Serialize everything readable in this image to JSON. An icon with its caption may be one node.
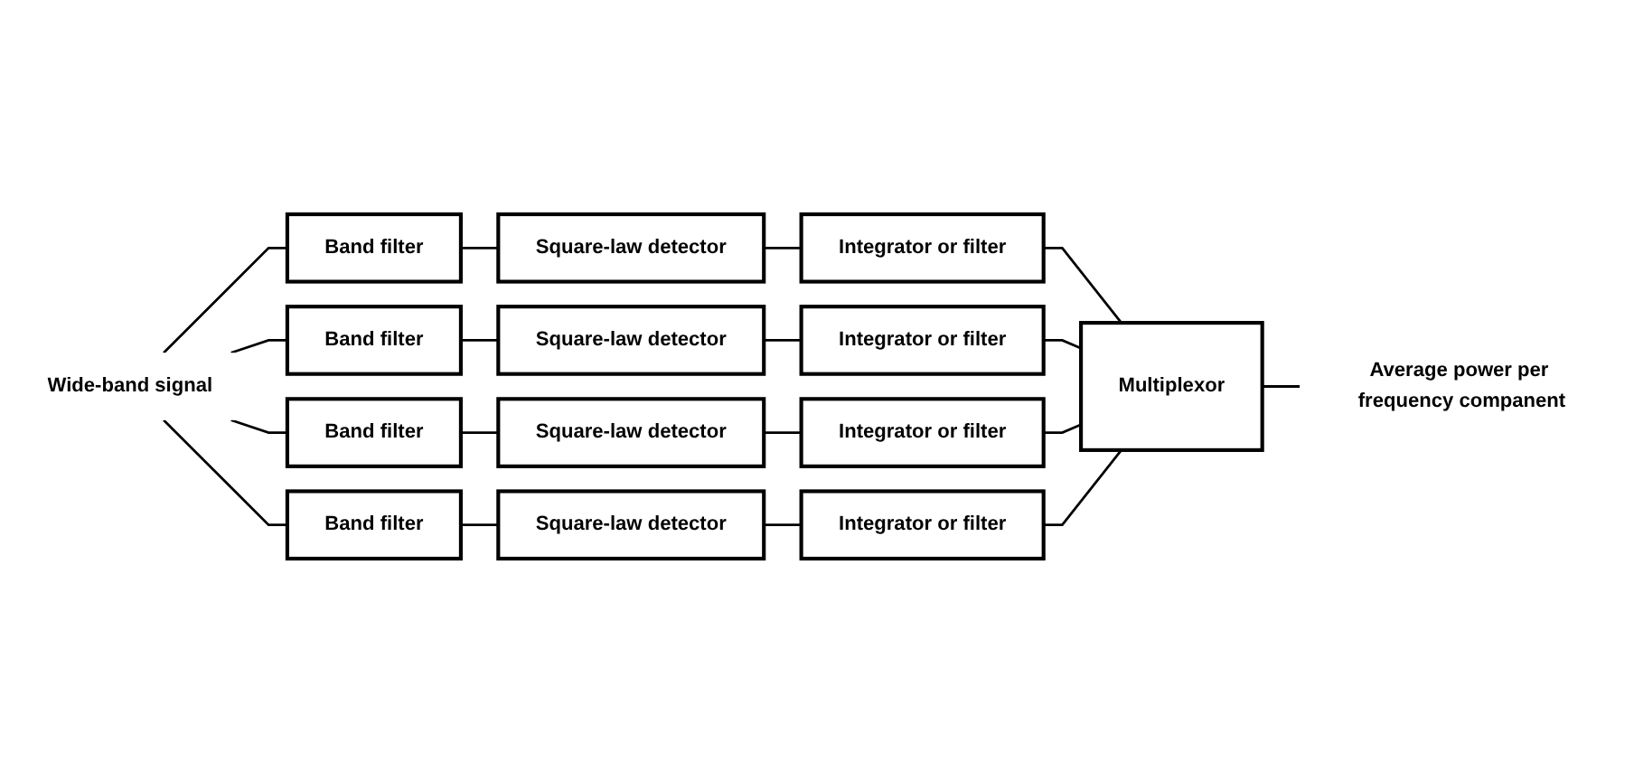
{
  "diagram": {
    "nodes": [
      {
        "text": [
          "Wide-band signal"
        ]
      },
      {
        "text": [
          "Band filter"
        ]
      },
      {
        "text": [
          "Square-law detector"
        ]
      },
      {
        "text": [
          "Integrator or filter"
        ]
      },
      {
        "text": [
          "Band filter"
        ]
      },
      {
        "text": [
          "Square-law detector"
        ]
      },
      {
        "text": [
          "Integrator or filter"
        ]
      },
      {
        "text": [
          "Band filter"
        ]
      },
      {
        "text": [
          "Square-law detector"
        ]
      },
      {
        "text": [
          "Integrator or filter"
        ]
      },
      {
        "text": [
          "Band filter"
        ]
      },
      {
        "text": [
          "Square-law detector"
        ]
      },
      {
        "text": [
          "Integrator or filter"
        ]
      },
      {
        "text": [
          "Multiplexor"
        ]
      },
      {
        "text": [
          "Average power per frequency companent"
        ]
      }
    ],
    "edges": [
      {
        "from": 0,
        "to": 1,
        "arrow": "none"
      },
      {
        "from": 0,
        "to": 4,
        "arrow": "none"
      },
      {
        "from": 0,
        "to": 7,
        "arrow": "none"
      },
      {
        "from": 0,
        "to": 10,
        "arrow": "none"
      },
      {
        "from": 1,
        "to": 2,
        "arrow": "none"
      },
      {
        "from": 2,
        "to": 3,
        "arrow": "none"
      },
      {
        "from": 3,
        "to": 13,
        "arrow": "none"
      },
      {
        "from": 4,
        "to": 5,
        "arrow": "none"
      },
      {
        "from": 5,
        "to": 6,
        "arrow": "none"
      },
      {
        "from": 6,
        "to": 13,
        "arrow": "none"
      },
      {
        "from": 7,
        "to": 8,
        "arrow": "none"
      },
      {
        "from": 8,
        "to": 9,
        "arrow": "none"
      },
      {
        "from": 9,
        "to": 13,
        "arrow": "none"
      },
      {
        "from": 10,
        "to": 11,
        "arrow": "none"
      },
      {
        "from": 11,
        "to": 12,
        "arrow": "none"
      },
      {
        "from": 12,
        "to": 13,
        "arrow": "none"
      },
      {
        "from": 13,
        "to": 14,
        "arrow": "none"
      }
    ]
  }
}
